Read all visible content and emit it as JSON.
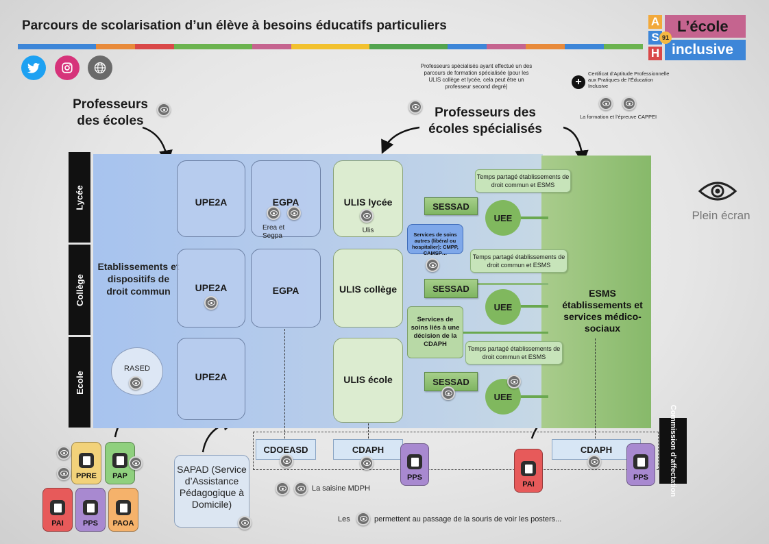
{
  "header": {
    "title": "Parcours de scolarisation d’un élève à besoins éducatifs particuliers",
    "colorbar": [
      "#3d86d8",
      "#3d86d8",
      "#e88a3a",
      "#d94848",
      "#6bb34f",
      "#6bb34f",
      "#c5648f",
      "#f2c12e",
      "#f2c12e",
      "#52a44e",
      "#52a44e",
      "#3d86d8",
      "#c5648f",
      "#e88a3a",
      "#3d86d8",
      "#6bb34f"
    ]
  },
  "logo": {
    "letters": [
      "A",
      "S",
      "H"
    ],
    "letter_colors": [
      "#f2a93b",
      "#3d86d8",
      "#d94848"
    ],
    "top_text": "L’école",
    "bottom_text": "inclusive",
    "badge": "91"
  },
  "social": [
    {
      "name": "twitter-icon",
      "color": "#1da1f2"
    },
    {
      "name": "instagram-icon",
      "color": "#d6337a"
    },
    {
      "name": "globe-icon",
      "color": "#6a6a6a"
    }
  ],
  "labels": {
    "prof_ecoles": "Professeurs des écoles",
    "prof_specialises": "Professeurs des écoles spécialisés",
    "prof_note": "Professeurs spécialisés ayant effectué un des parcours de formation spécialisée (pour les ULIS collège et lycée, cela peut être un professeur second degré)",
    "cappei_note": "Certificat d’Aptitude Professionnelle aux Pratiques de l’Éducation Inclusive",
    "cappei_caption": "La formation et l’épreuve CAPPEI",
    "fullscreen": "Plein écran",
    "droit_commun": "Etablissements et dispositifs de droit commun",
    "rased": "RASED",
    "esms": "ESMS établissements et services médico-sociaux",
    "erea": "Erea et Segpa",
    "ulis": "Ulis",
    "saisine": "La saisine MDPH",
    "footer_before": "Les",
    "footer_after": "permettent au passage de la souris de voir les posters...",
    "commission": "Commission d’affectation"
  },
  "levels": [
    "Lycée",
    "Collège",
    "Ecole"
  ],
  "boxes": {
    "upe2a": "UPE2A",
    "egpa_lycee": "EGPA",
    "egpa_college": "EGPA",
    "ulis_lycee": "ULIS lycée",
    "ulis_college": "ULIS collège",
    "ulis_ecole": "ULIS école"
  },
  "medico": {
    "sessad": "SESSAD",
    "uee": "UEE",
    "temps_partage": "Temps partagé établissements de droit commun et ESMS",
    "soins_autres": "Services de soins autres (libéral ou hospitalier): CMPP, CAMSP…",
    "soins_lies": "Services de soins liés à une décision de la CDAPH"
  },
  "commissions": {
    "cdoeasd": "CDOEASD",
    "cdaph": "CDAPH"
  },
  "sapad": "SAPAD (Service d’Assistance Pédagogique à Domicile)",
  "documents": {
    "ppre": "PPRE",
    "pap": "PAP",
    "pai": "PAI",
    "pps": "PPS",
    "paoa": "PAOA"
  }
}
